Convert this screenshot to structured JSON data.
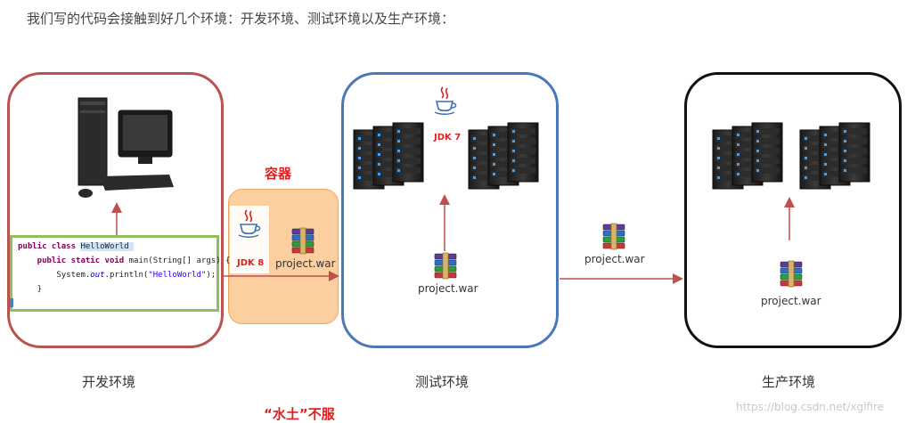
{
  "heading": "我们写的代码会接触到好几个环境：开发环境、测试环境以及生产环境：",
  "container_label": "容器",
  "war_file": "project.war",
  "jdk8": "JDK 8",
  "jdk7": "JDK 7",
  "environments": {
    "dev": "开发环境",
    "test": "测试环境",
    "prod": "生产环境"
  },
  "code_lines": {
    "l1a": "public class ",
    "l1b": "HelloWorld ",
    "l2a": "    public static void ",
    "l2b": "main(String[] args) {",
    "l3a": "        System.",
    "l3b": "out",
    "l3c": ".println(",
    "l3d": "\"HelloWorld\"",
    "l3e": ");",
    "l4": "    }"
  },
  "footer_text": "“水土”不服",
  "watermark": "https://blog.csdn.net/xglfire",
  "colors": {
    "dev_border": "#b85450",
    "test_border": "#4a78b6",
    "prod_border": "#111111",
    "arrow": "#c0504d",
    "accent_red": "#e02020",
    "container_fill": "#fbcf9f"
  }
}
